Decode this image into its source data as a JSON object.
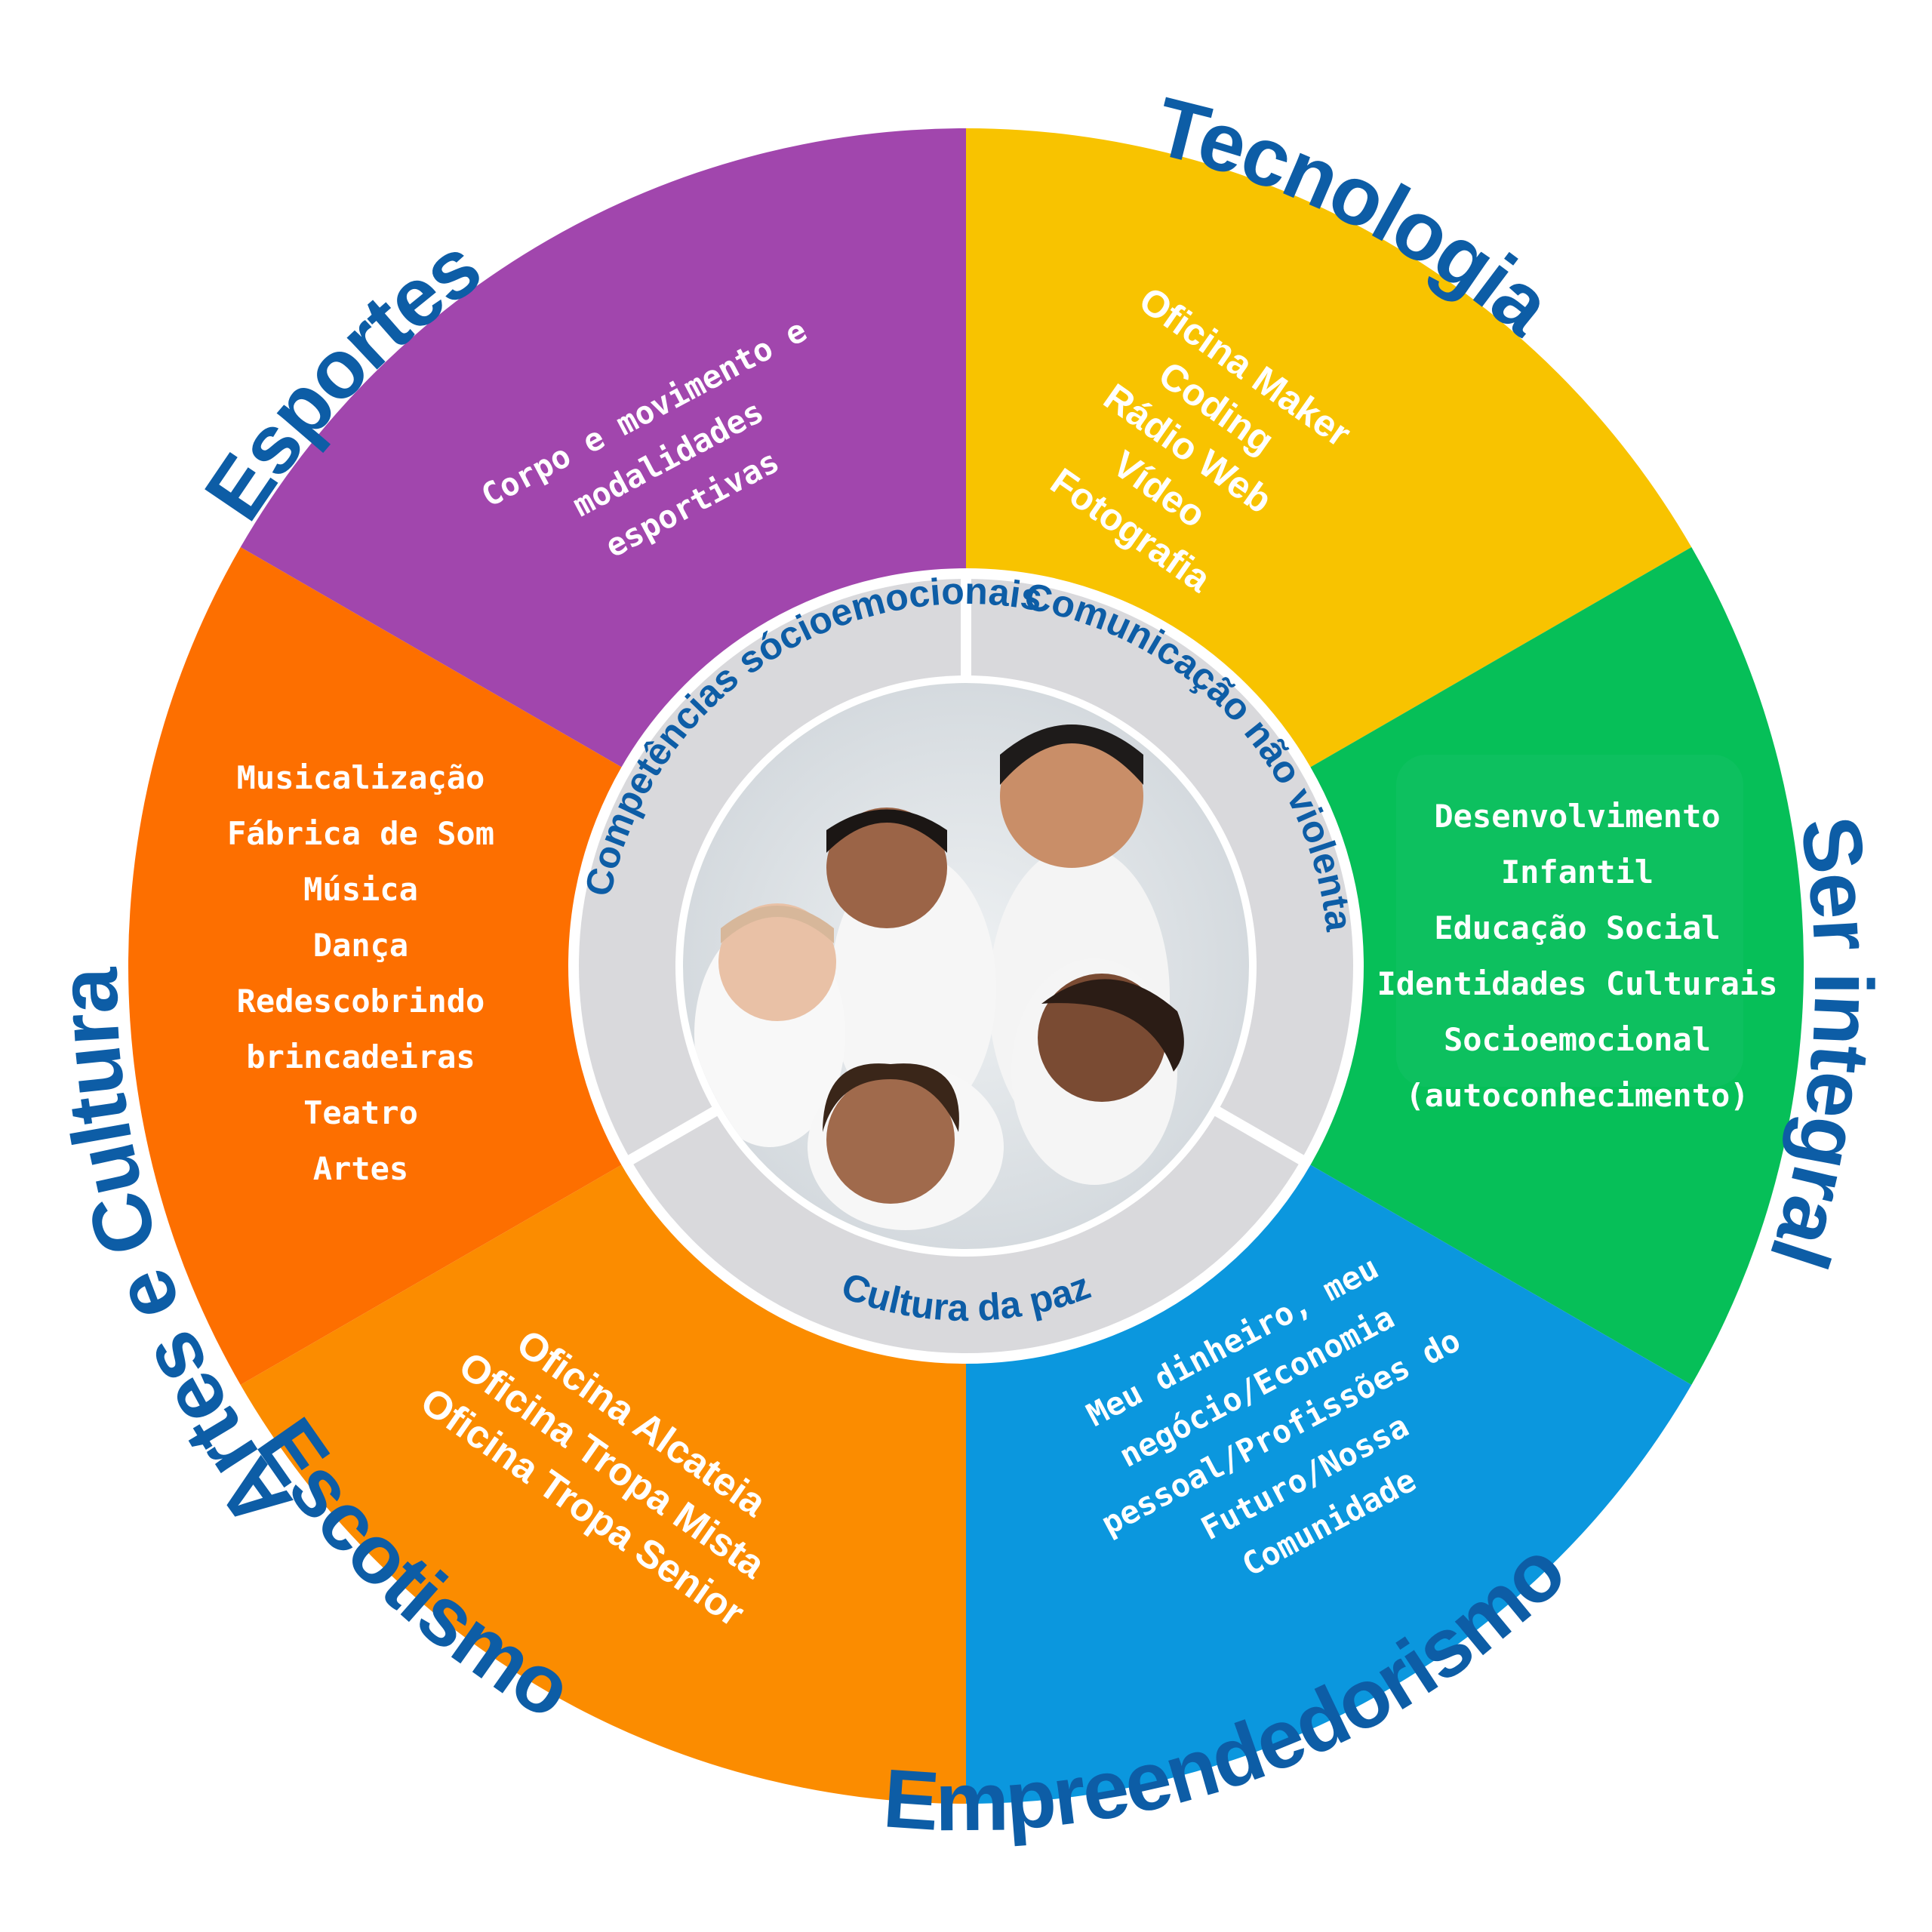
{
  "colors": {
    "esportes": "#a146ad",
    "tecnologia": "#f8c300",
    "ser_integral": "#06bf58",
    "empreendedorismo": "#0b97de",
    "escotismo": "#fb8c00",
    "artes_cultura": "#fd6f00",
    "ring": "#d9d9dc",
    "title": "#0d5da6"
  },
  "segments": {
    "esportes": {
      "title": "Esportes",
      "lines": [
        "Corpo e movimento e",
        "modalidades",
        "esportivas"
      ]
    },
    "tecnologia": {
      "title": "Tecnologia",
      "lines": [
        "Oficina Maker",
        "Coding",
        "Rádio Web",
        "Vídeo",
        "Fotografia"
      ]
    },
    "ser_integral": {
      "title": "Ser integral",
      "lines": [
        "Desenvolvimento",
        "Infantil",
        "Educação Social",
        "Identidades Culturais",
        "Socioemocional",
        "(autoconhecimento)"
      ]
    },
    "empreendedorismo": {
      "title": "Empreendedorismo",
      "lines": [
        "Meu dinheiro, meu",
        "negócio/Economia",
        "pessoal/Profissões do",
        "Futuro/Nossa",
        "Comunidade"
      ]
    },
    "escotismo": {
      "title": "Escotismo",
      "lines": [
        "Oficina Alcateia",
        "Oficina Tropa Mista",
        "Oficina Tropa Senior"
      ]
    },
    "artes_cultura": {
      "title": "Artes e Cultura",
      "lines": [
        "Musicalização",
        "Fábrica de Som",
        "Música",
        "Dança",
        "Redescobrindo",
        "brincadeiras",
        "Teatro",
        "Artes"
      ]
    }
  },
  "center_ring": {
    "competencias": "Competências sócioemocionais",
    "comunicacao": "Comunicação não violenta",
    "cultura": "Cultura da paz"
  },
  "center_photo": {
    "description_icon": "children-photo"
  }
}
